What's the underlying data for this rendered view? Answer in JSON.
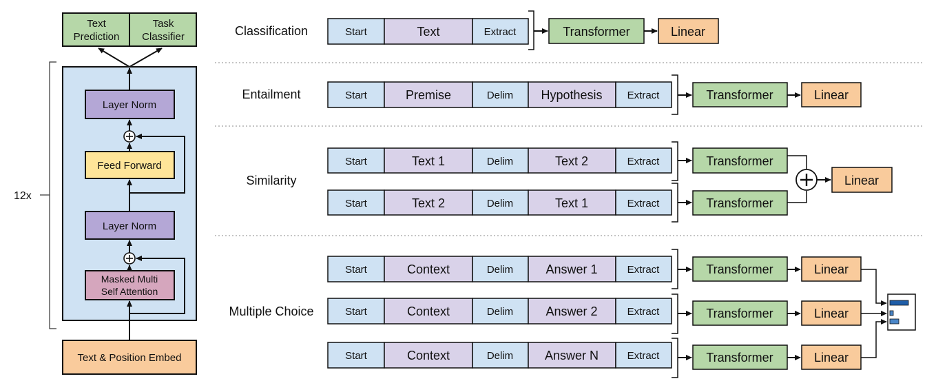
{
  "colors": {
    "green": "#b6d7a8",
    "purple": "#b4a7d6",
    "yellow": "#ffe599",
    "pink": "#d5a6bd",
    "orange": "#f9cb9c",
    "blue": "#cfe2f3",
    "lavender": "#d9d2e9",
    "tokenBlue": "#cfe2f3",
    "stroke": "#111111",
    "barBlue": "#1f5ea8",
    "barMid": "#4a86c8"
  },
  "architecture": {
    "head_text": [
      "Text",
      "Prediction"
    ],
    "head_task": [
      "Task",
      "Classifier"
    ],
    "layer_norm_top": "Layer Norm",
    "feed_forward": "Feed Forward",
    "layer_norm_bottom": "Layer Norm",
    "attention": [
      "Masked Multi",
      "Self Attention"
    ],
    "embed": "Text & Position Embed",
    "repeat": "12x"
  },
  "tasks": {
    "classification": {
      "label": "Classification",
      "tokens": [
        "Start",
        "Text",
        "Extract"
      ],
      "blocks": [
        "Transformer",
        "Linear"
      ]
    },
    "entailment": {
      "label": "Entailment",
      "tokens": [
        "Start",
        "Premise",
        "Delim",
        "Hypothesis",
        "Extract"
      ],
      "blocks": [
        "Transformer",
        "Linear"
      ]
    },
    "similarity": {
      "label": "Similarity",
      "row1": [
        "Start",
        "Text 1",
        "Delim",
        "Text 2",
        "Extract"
      ],
      "row2": [
        "Start",
        "Text 2",
        "Delim",
        "Text 1",
        "Extract"
      ],
      "transformer": "Transformer",
      "linear": "Linear"
    },
    "multiple_choice": {
      "label": "Multiple Choice",
      "row1": [
        "Start",
        "Context",
        "Delim",
        "Answer 1",
        "Extract"
      ],
      "row2": [
        "Start",
        "Context",
        "Delim",
        "Answer 2",
        "Extract"
      ],
      "row3": [
        "Start",
        "Context",
        "Delim",
        "Answer N",
        "Extract"
      ],
      "transformer": "Transformer",
      "linear": "Linear"
    }
  }
}
